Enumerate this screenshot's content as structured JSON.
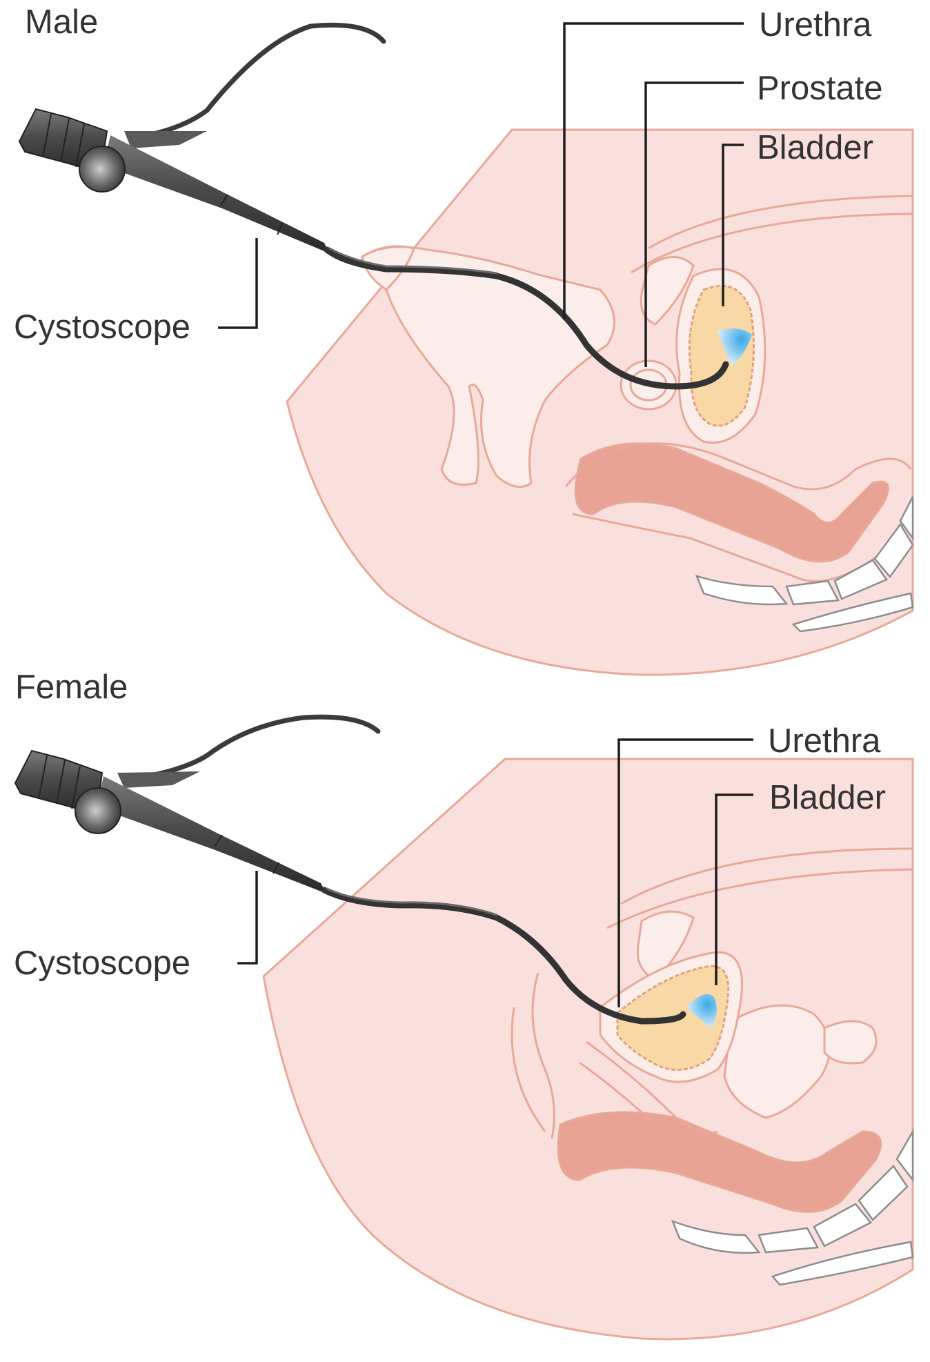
{
  "panels": [
    {
      "title": "Male",
      "labels": {
        "urethra": "Urethra",
        "prostate": "Prostate",
        "bladder": "Bladder",
        "cystoscope": "Cystoscope"
      }
    },
    {
      "title": "Female",
      "labels": {
        "urethra": "Urethra",
        "bladder": "Bladder",
        "cystoscope": "Cystoscope"
      }
    }
  ],
  "colors": {
    "skin": "#f9e0dc",
    "outline": "#e8a899",
    "bladder_fill": "#f8d9a6",
    "rectum": "#e8a395",
    "scope": "#3a3a3a",
    "scope_light": "#5ab7e8",
    "text": "#333333"
  }
}
